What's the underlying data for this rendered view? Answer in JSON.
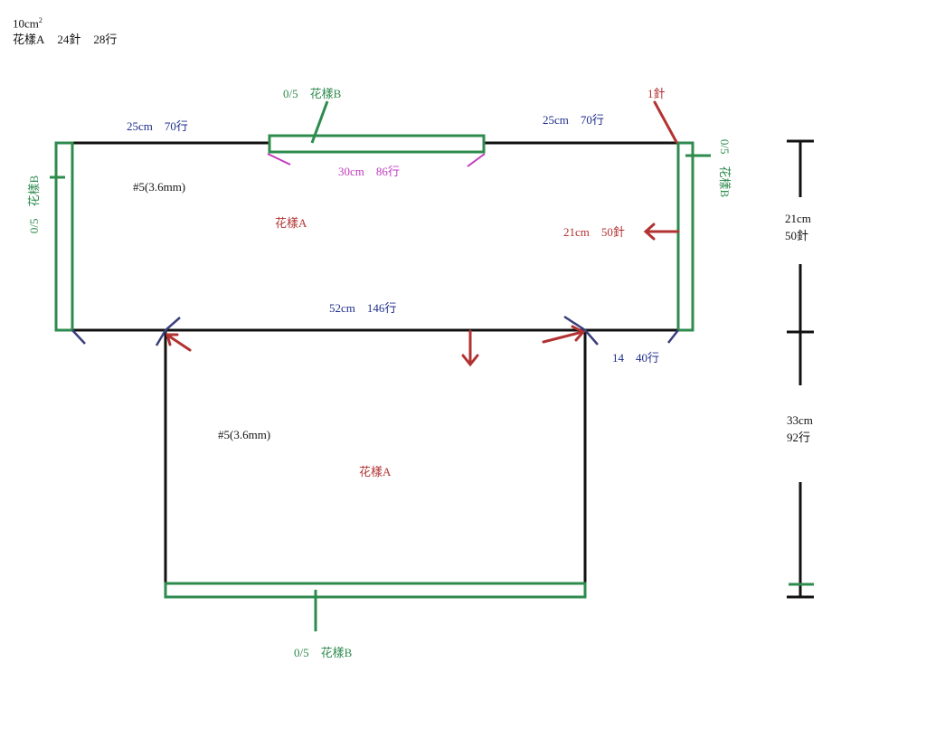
{
  "colors": {
    "outline": "#111111",
    "border": "#2e8b4e",
    "navy": "#1f2f8a",
    "red": "#b23232",
    "magenta": "#c23bc2",
    "dark_blue_marks": "#3a3f7a"
  },
  "gauge": {
    "size": "10cm",
    "size_exp": "2",
    "pattern": "花樣A",
    "stitches": "24針",
    "rows": "28行"
  },
  "top_piece": {
    "left_shoulder": "25cm　70行",
    "right_shoulder": "25cm　70行",
    "neck_border": "0/5　花樣B",
    "neck_width": "30cm　86行",
    "start_stitch": "1針",
    "needle": "#5(3.6mm)",
    "pattern": "花樣A",
    "side_width": "21cm　50針",
    "left_border": "0/5　花樣B",
    "right_border": "0/5　花樣B",
    "bottom_width": "52cm　146行",
    "pickup": "14　40行"
  },
  "bottom_piece": {
    "needle": "#5(3.6mm)",
    "pattern": "花樣A",
    "hem_border": "0/5　花樣B"
  },
  "scale_bar": {
    "upper_cm": "21cm",
    "upper_st": "50針",
    "lower_cm": "33cm",
    "lower_rows": "92行"
  }
}
